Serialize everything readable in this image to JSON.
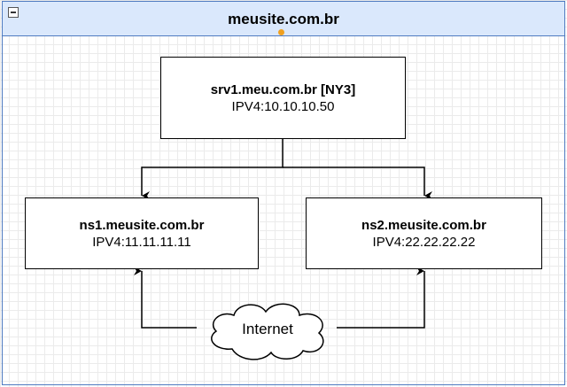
{
  "container": {
    "title": "meusite.com.br"
  },
  "nodes": {
    "srv1": {
      "name": "srv1.meu.com.br [NY3]",
      "ip": "IPV4:10.10.10.50"
    },
    "ns1": {
      "name": "ns1.meusite.com.br",
      "ip": "IPV4:11.11.11.11"
    },
    "ns2": {
      "name": "ns2.meusite.com.br",
      "ip": "IPV4:22.22.22.22"
    },
    "cloud": {
      "label": "Internet"
    }
  },
  "colors": {
    "header_fill": "#dae8fc",
    "header_stroke": "#4f7bc0",
    "handle": "#f0a020"
  }
}
